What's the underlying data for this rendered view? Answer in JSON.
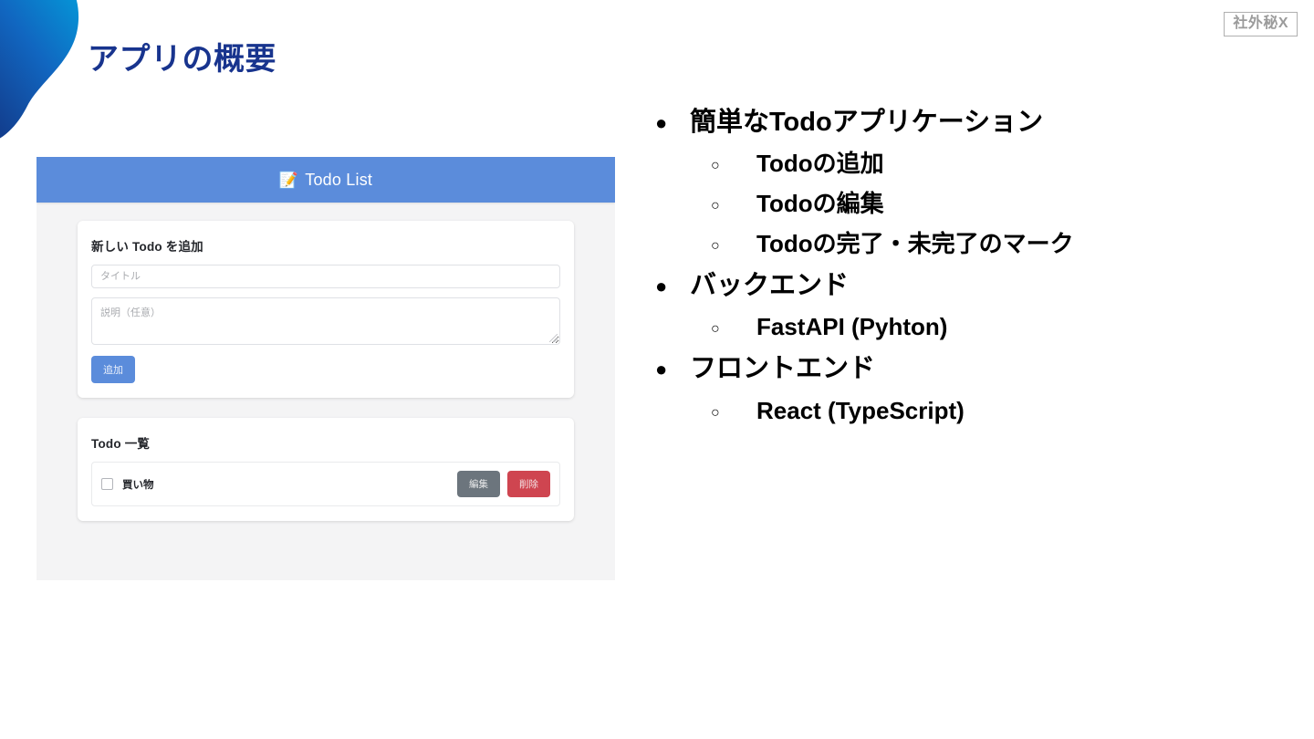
{
  "slide": {
    "title": "アプリの概要",
    "title_color": "#18348e",
    "badge": "社外秘X",
    "badge_color": "#9b9b9b",
    "blob": {
      "name": "decorative-gradient-blob",
      "gradient_from": "#00a8e0",
      "gradient_mid": "#1166c0",
      "gradient_to": "#13246e"
    }
  },
  "app_screenshot": {
    "accent_color": "#5b8cdb",
    "background": "#f4f4f5",
    "header": {
      "icon": "memo-icon",
      "icon_glyph": "📝",
      "title": "Todo List"
    },
    "add_form": {
      "heading": "新しい Todo を追加",
      "title_input": {
        "value": "",
        "placeholder": "タイトル"
      },
      "description_input": {
        "value": "",
        "placeholder": "説明（任意）"
      },
      "submit_label": "追加"
    },
    "list_card": {
      "heading": "Todo 一覧",
      "items": [
        {
          "label": "買い物",
          "checked": false,
          "edit_label": "編集",
          "delete_label": "削除"
        }
      ],
      "edit_color": "#6c757d",
      "delete_color": "#cf4550"
    }
  },
  "bullets": [
    {
      "level": 1,
      "marker": "●",
      "text": "簡単なTodoアプリケーション"
    },
    {
      "level": 2,
      "marker": "○",
      "text": "Todoの追加"
    },
    {
      "level": 2,
      "marker": "○",
      "text": "Todoの編集"
    },
    {
      "level": 2,
      "marker": "○",
      "text": "Todoの完了・未完了のマーク"
    },
    {
      "level": 1,
      "marker": "●",
      "text": "バックエンド"
    },
    {
      "level": 2,
      "marker": "○",
      "text": "FastAPI (Pyhton)"
    },
    {
      "level": 1,
      "marker": "●",
      "text": "フロントエンド"
    },
    {
      "level": 2,
      "marker": "○",
      "text": "React (TypeScript)"
    }
  ]
}
